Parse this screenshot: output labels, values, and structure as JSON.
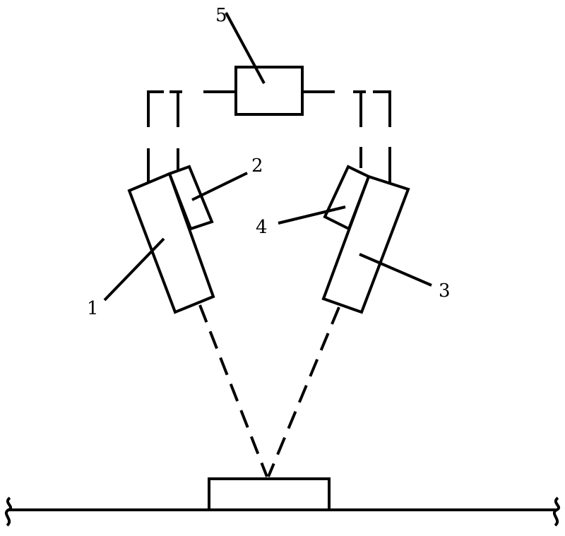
{
  "labels": {
    "component_1": "1",
    "component_2": "2",
    "component_3": "3",
    "component_4": "4",
    "component_5": "5"
  },
  "colors": {
    "stroke": "#000000",
    "background": "#ffffff"
  }
}
